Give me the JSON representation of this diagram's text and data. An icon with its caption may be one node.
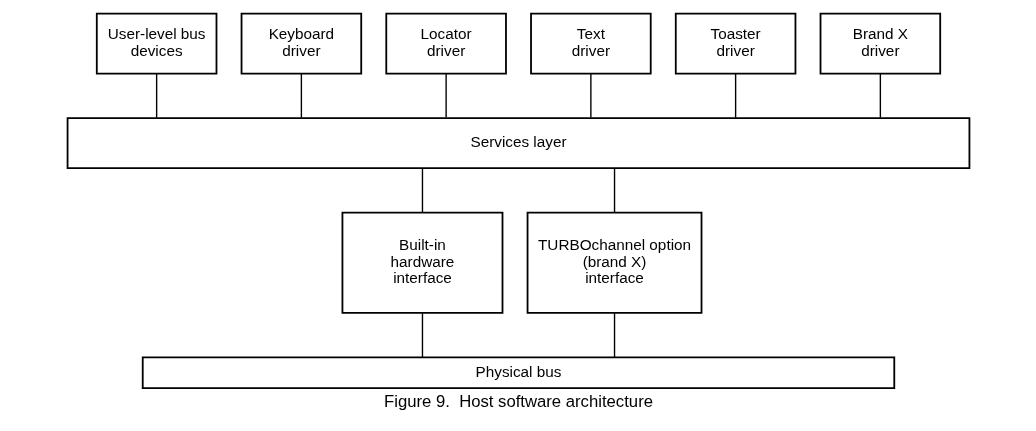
{
  "diagram": {
    "caption": "Figure 9.  Host software architecture",
    "nodes": [
      {
        "text": [
          "User-level bus devices"
        ]
      },
      {
        "text": [
          "Keyboard driver"
        ]
      },
      {
        "text": [
          "Locator driver"
        ]
      },
      {
        "text": [
          "Text driver"
        ]
      },
      {
        "text": [
          "Toaster driver"
        ]
      },
      {
        "text": [
          "Brand X driver"
        ]
      },
      {
        "text": [
          "Services layer"
        ]
      },
      {
        "text": [
          "Built-in hardware interface"
        ]
      },
      {
        "text": [
          "TURBOchannel option (brand X) interface"
        ]
      },
      {
        "text": [
          "Physical bus"
        ]
      }
    ],
    "edges": [
      {
        "from": 0,
        "to": 6,
        "arrow": "none"
      },
      {
        "from": 1,
        "to": 6,
        "arrow": "none"
      },
      {
        "from": 2,
        "to": 6,
        "arrow": "none"
      },
      {
        "from": 3,
        "to": 6,
        "arrow": "none"
      },
      {
        "from": 4,
        "to": 6,
        "arrow": "none"
      },
      {
        "from": 5,
        "to": 6,
        "arrow": "none"
      },
      {
        "from": 6,
        "to": 7,
        "arrow": "none"
      },
      {
        "from": 6,
        "to": 8,
        "arrow": "none"
      },
      {
        "from": 7,
        "to": 9,
        "arrow": "none"
      },
      {
        "from": 8,
        "to": 9,
        "arrow": "none"
      }
    ]
  }
}
